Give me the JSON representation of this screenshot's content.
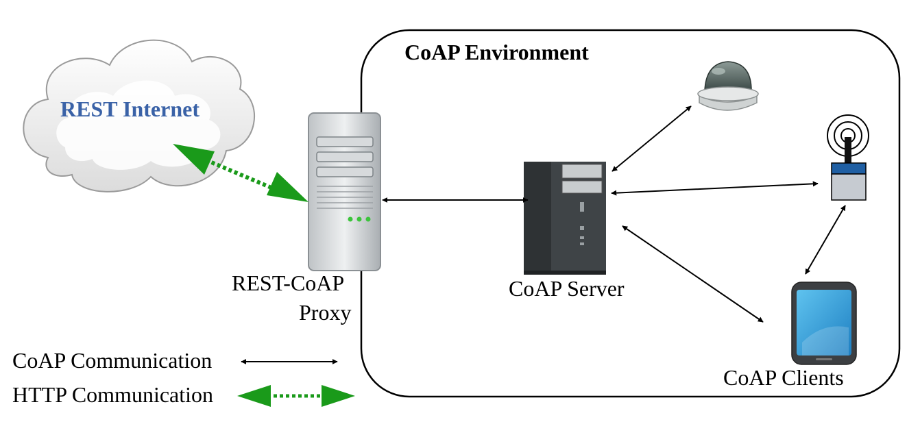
{
  "environment": {
    "title": "CoAP Environment"
  },
  "cloud": {
    "label": "REST Internet"
  },
  "proxy": {
    "label_line1": "REST-CoAP",
    "label_line2": "Proxy"
  },
  "server": {
    "label": "CoAP Server"
  },
  "clients": {
    "label": "CoAP Clients"
  },
  "legend": {
    "coap": "CoAP Communication",
    "http": "HTTP Communication"
  },
  "colors": {
    "coap_arrow": "#000000",
    "http_arrow": "#1a9a1a",
    "cloud_text": "#3a62a7"
  },
  "icons": [
    "cloud-icon",
    "proxy-server-icon",
    "coap-server-tower-icon",
    "dome-camera-icon",
    "wireless-sensor-icon",
    "smartphone-icon"
  ]
}
